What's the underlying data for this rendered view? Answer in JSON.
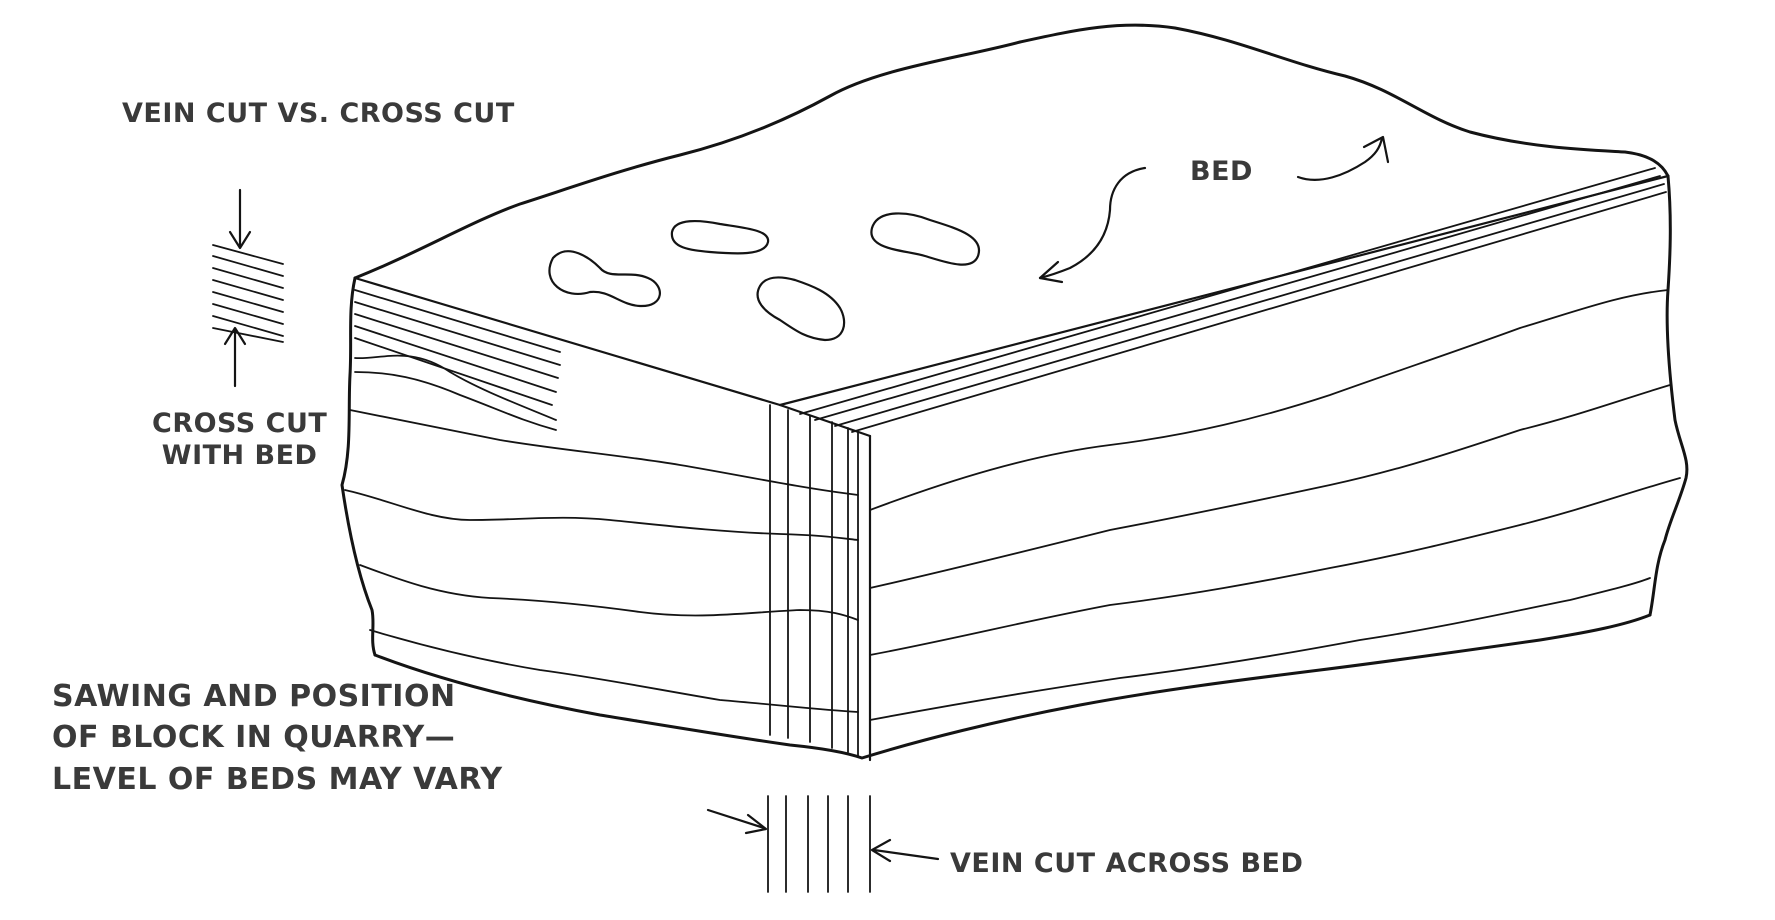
{
  "figure": {
    "type": "technical-illustration",
    "stroke_color": "#141414",
    "label_color": "#3a3a3a",
    "labels": {
      "vein_vs_cross": "VEIN CUT VS. CROSS CUT",
      "bed": "BED",
      "cross_cut": "CROSS  CUT\nWITH BED",
      "caption": "SAWING AND POSITION\nOF BLOCK IN QUARRY—\nLEVEL OF BEDS MAY VARY",
      "vein_across": "VEIN CUT ACROSS BED"
    }
  }
}
